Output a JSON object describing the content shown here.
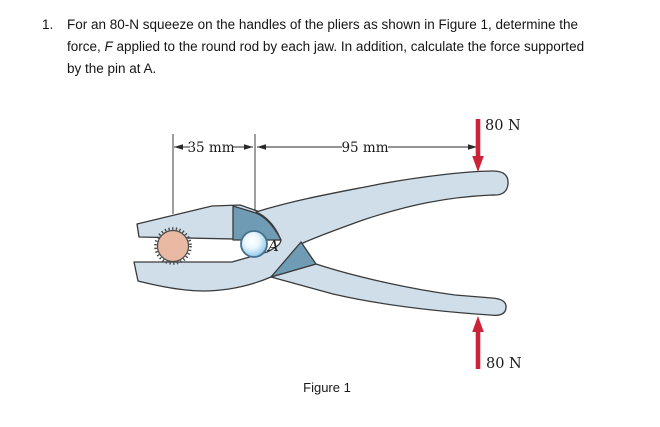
{
  "problem": {
    "number": "1.",
    "line1": "For an 80-N squeeze on the handles of the pliers as shown in Figure 1, determine the",
    "line2_pre": "force, ",
    "line2_symbol": "F",
    "line2_post": " applied to the round rod by each jaw. In addition, calculate the force supported",
    "line3": "by the pin at A."
  },
  "figure": {
    "caption": "Figure 1",
    "dim_jaw_to_pin": "35 mm",
    "dim_pin_to_force": "95 mm",
    "force_top": "80 N",
    "force_bottom": "80 N",
    "pin_label": "A",
    "colors": {
      "plier_body": "#cfdee9",
      "plier_shadow": "#6f9cb4",
      "rod_fill": "#e9b9a3",
      "pin_fill": "#a5d4ef",
      "arrow_red": "#cd2339",
      "outline": "#3a3a3a"
    }
  }
}
